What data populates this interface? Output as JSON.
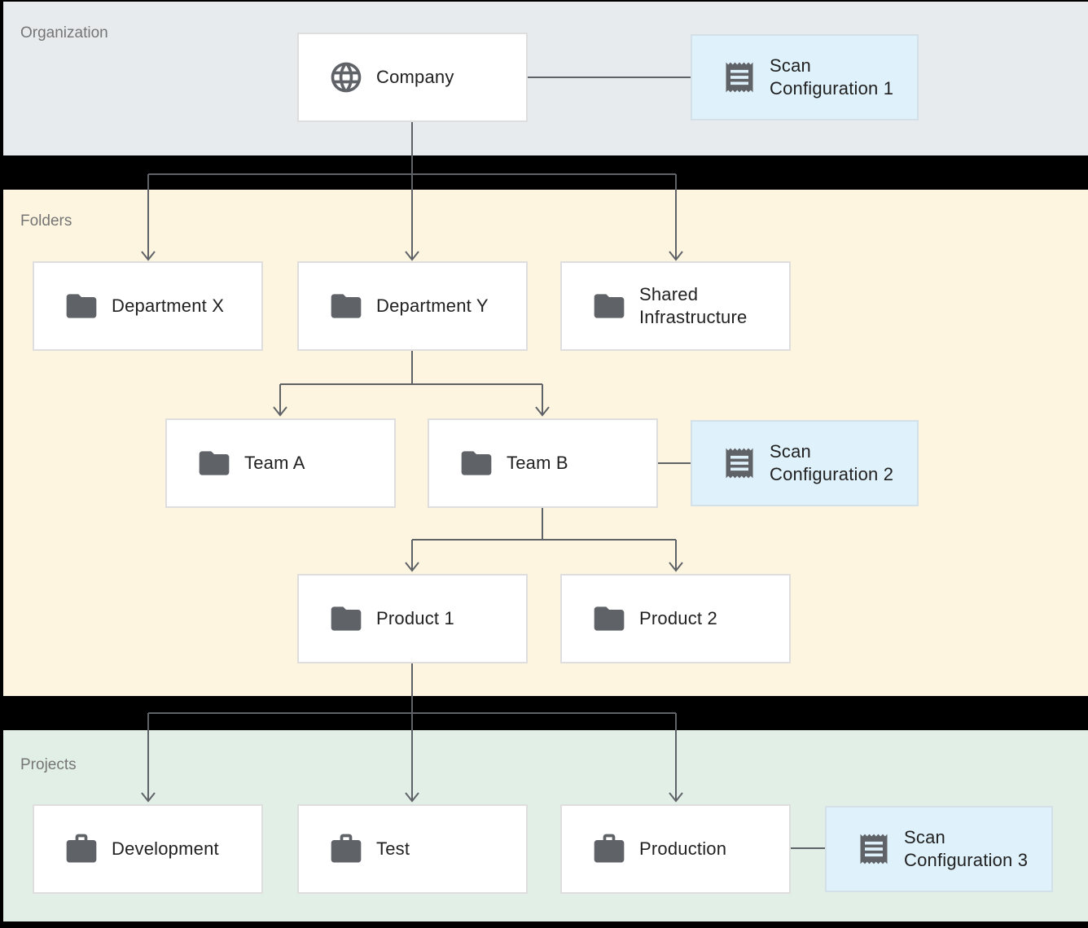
{
  "colors": {
    "canvas-bg": "#000000",
    "organization-band-bg": "#E8EBEE",
    "folders-band-bg": "#FDF5DF",
    "projects-band-bg": "#E1EFE7",
    "node-bg": "#FFFFFF",
    "node-border": "#DEDEDE",
    "scan-node-bg": "#DFF1FA",
    "scan-node-border": "#D4E0E8",
    "connector": "#5F6368",
    "icon": "#5F6368",
    "node-text": "#212121",
    "section-label-text": "#757575"
  },
  "sections": {
    "organization": {
      "label": "Organization"
    },
    "folders": {
      "label": "Folders"
    },
    "projects": {
      "label": "Projects"
    }
  },
  "nodes": {
    "company": {
      "label": "Company",
      "icon": "globe-icon"
    },
    "scan_config_1": {
      "label": "Scan Configuration 1",
      "icon": "receipt-icon"
    },
    "department_x": {
      "label": "Department X",
      "icon": "folder-icon"
    },
    "department_y": {
      "label": "Department Y",
      "icon": "folder-icon"
    },
    "shared_infrastructure": {
      "label": "Shared Infrastructure",
      "icon": "folder-icon"
    },
    "team_a": {
      "label": "Team A",
      "icon": "folder-icon"
    },
    "team_b": {
      "label": "Team B",
      "icon": "folder-icon"
    },
    "scan_config_2": {
      "label": "Scan Configuration 2",
      "icon": "receipt-icon"
    },
    "product_1": {
      "label": "Product 1",
      "icon": "folder-icon"
    },
    "product_2": {
      "label": "Product 2",
      "icon": "folder-icon"
    },
    "development": {
      "label": "Development",
      "icon": "briefcase-icon"
    },
    "test": {
      "label": "Test",
      "icon": "briefcase-icon"
    },
    "production": {
      "label": "Production",
      "icon": "briefcase-icon"
    },
    "scan_config_3": {
      "label": "Scan Configuration 3",
      "icon": "receipt-icon"
    }
  }
}
